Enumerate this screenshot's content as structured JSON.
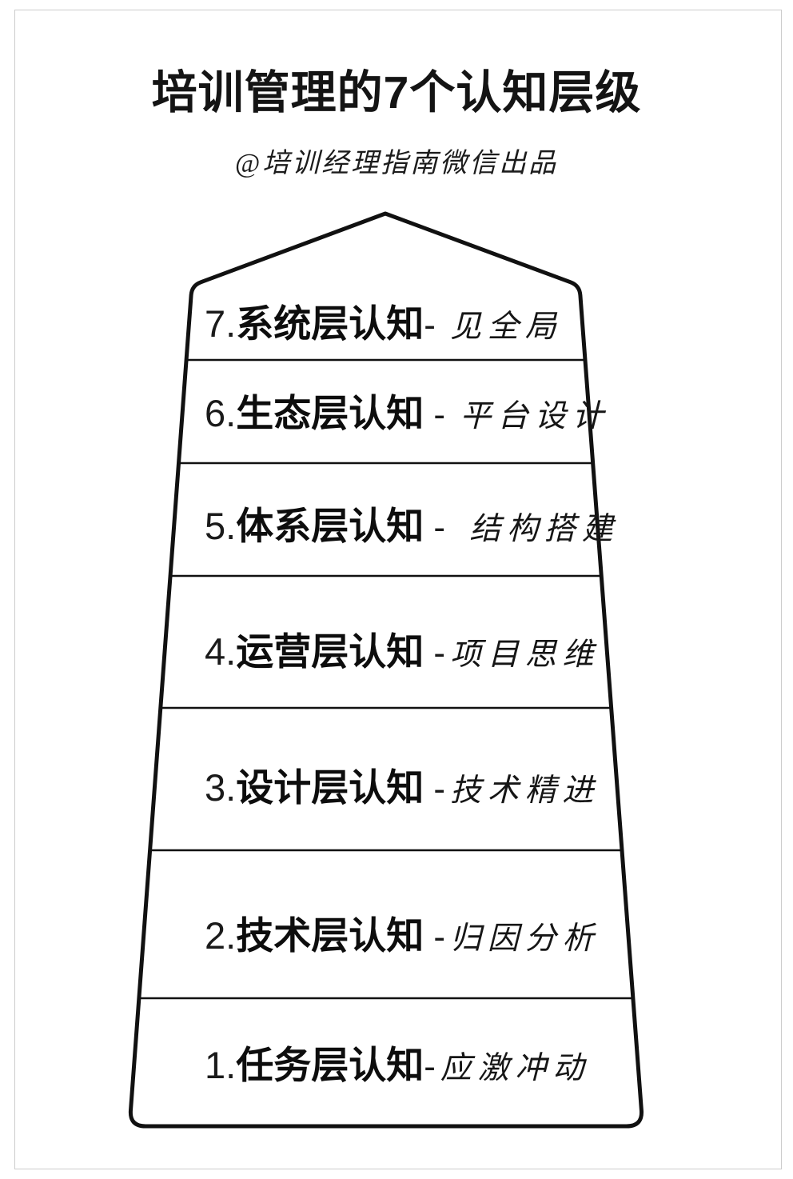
{
  "page": {
    "title": "培训管理的7个认知层级",
    "subtitle": "@培训经理指南微信出品"
  },
  "pyramid": {
    "outline_color": "#111111",
    "background_color": "#ffffff",
    "levels": [
      {
        "number": "7.",
        "name": "系统层认知",
        "sep": "- ",
        "note": "见全局"
      },
      {
        "number": "6.",
        "name": "生态层认知",
        "sep": " - ",
        "note": "平台设计"
      },
      {
        "number": "5.",
        "name": "体系层认知",
        "sep": " - ",
        "note": "结构搭建"
      },
      {
        "number": "4.",
        "name": "运营层认知",
        "sep": " -",
        "note": "项目思维"
      },
      {
        "number": "3.",
        "name": "设计层认知",
        "sep": " -",
        "note": "技术精进"
      },
      {
        "number": "2.",
        "name": "技术层认知",
        "sep": " -",
        "note": "归因分析"
      },
      {
        "number": "1.",
        "name": "任务层认知",
        "sep": "-",
        "note": "应激冲动"
      }
    ]
  }
}
